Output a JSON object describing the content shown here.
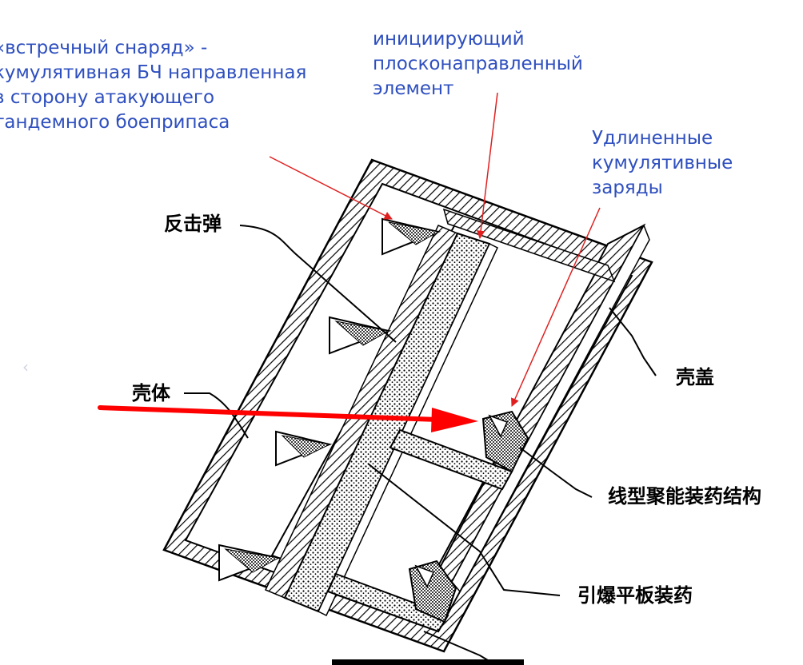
{
  "annotations_ru": {
    "counter_projectile": [
      "«встречный снаряд» -",
      "кумулятивная БЧ направленная",
      "в сторону атакующего",
      "тандемного боеприпаса"
    ],
    "initiating_element": [
      "инициирующий",
      "плосконаправленный",
      "элемент"
    ],
    "linear_charges": [
      "Удлиненные",
      "кумулятивные",
      "заряды"
    ]
  },
  "labels_cn": {
    "counter_projectile": "反击弹",
    "housing": "壳体",
    "cover": "壳盖",
    "linear_shaped_charge": "线型聚能装药结构",
    "detonating_plate_charge": "引爆平板装药"
  },
  "nav": {
    "prev_arrow": "‹"
  },
  "colors": {
    "annotation_text": "#2e4fbf",
    "annotation_arrow": "#e02020",
    "attack_arrow": "#ff0000",
    "drawing_lines": "#000000"
  }
}
